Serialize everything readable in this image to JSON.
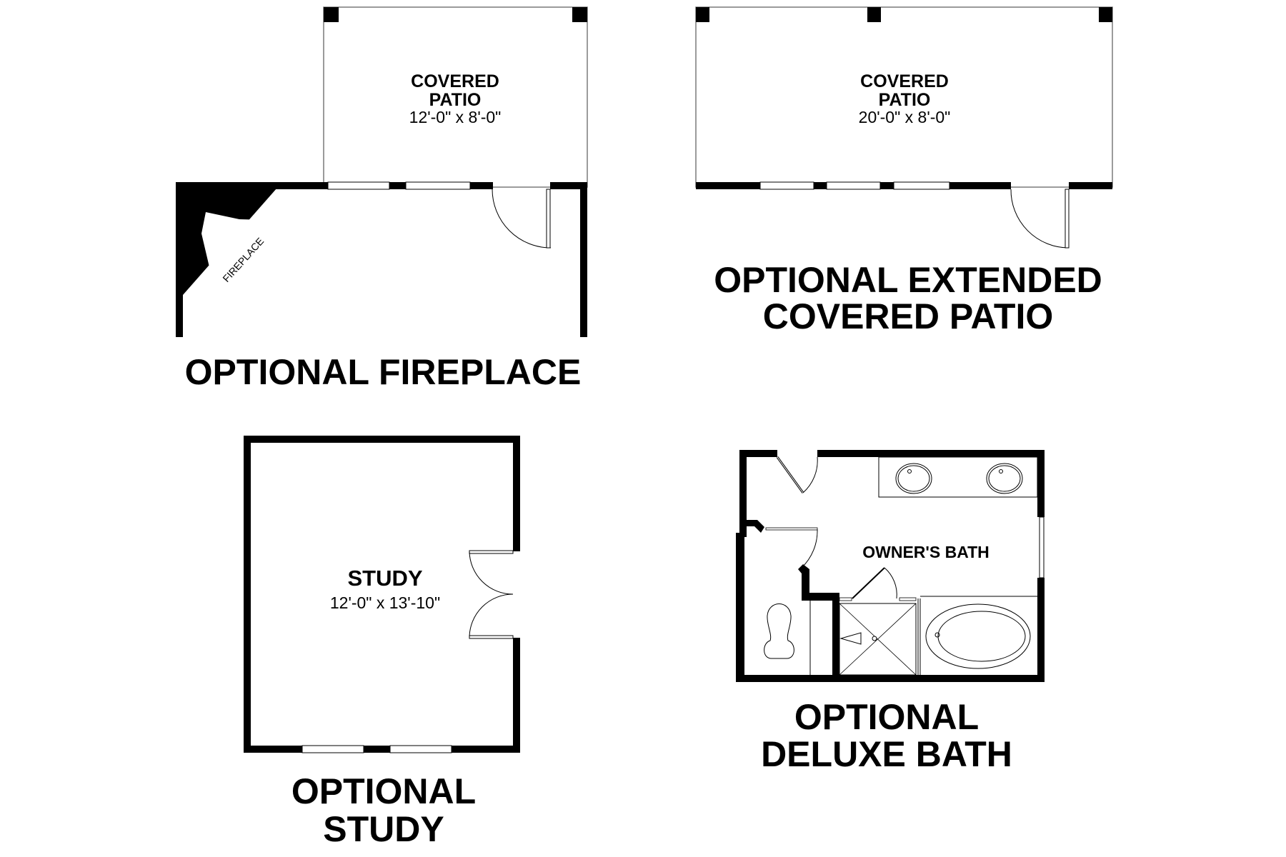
{
  "colors": {
    "wall": "#000000",
    "line": "#000000",
    "thin": "#7a7a7a",
    "background": "#ffffff"
  },
  "plans": {
    "fireplace": {
      "caption": "OPTIONAL FIREPLACE",
      "patio": {
        "name_line1": "COVERED",
        "name_line2": "PATIO",
        "dimensions": "12'-0\" x 8'-0\""
      },
      "fireplace_label": "FIREPLACE"
    },
    "extended_patio": {
      "caption_line1": "OPTIONAL EXTENDED",
      "caption_line2": "COVERED PATIO",
      "patio": {
        "name_line1": "COVERED",
        "name_line2": "PATIO",
        "dimensions": "20'-0\" x 8'-0\""
      }
    },
    "study": {
      "caption_line1": "OPTIONAL",
      "caption_line2": "STUDY",
      "room": {
        "name": "STUDY",
        "dimensions": "12'-0\" x 13'-10\""
      }
    },
    "deluxe_bath": {
      "caption_line1": "OPTIONAL",
      "caption_line2": "DELUXE BATH",
      "room": {
        "name": "OWNER'S BATH"
      }
    }
  }
}
